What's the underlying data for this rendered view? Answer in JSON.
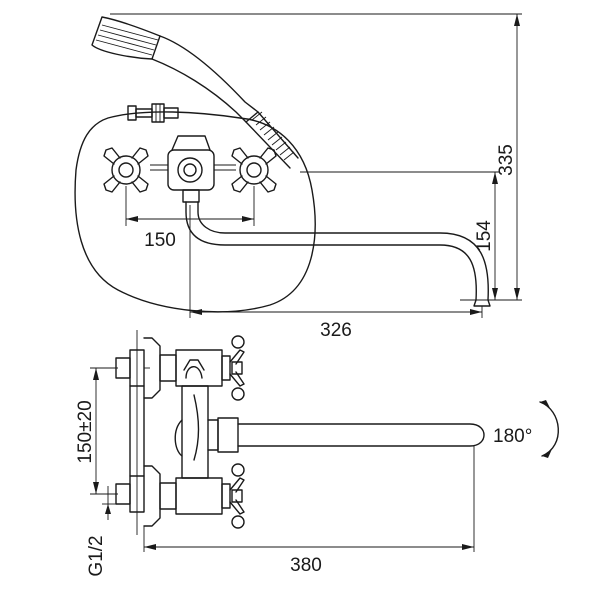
{
  "dimensions": {
    "width_total": "326",
    "handle_spacing": "150",
    "height_total": "335",
    "spout_height": "154",
    "spout_length": "380",
    "inlet_spacing": "150±20",
    "thread": "G1/2",
    "rotation": "180°"
  }
}
